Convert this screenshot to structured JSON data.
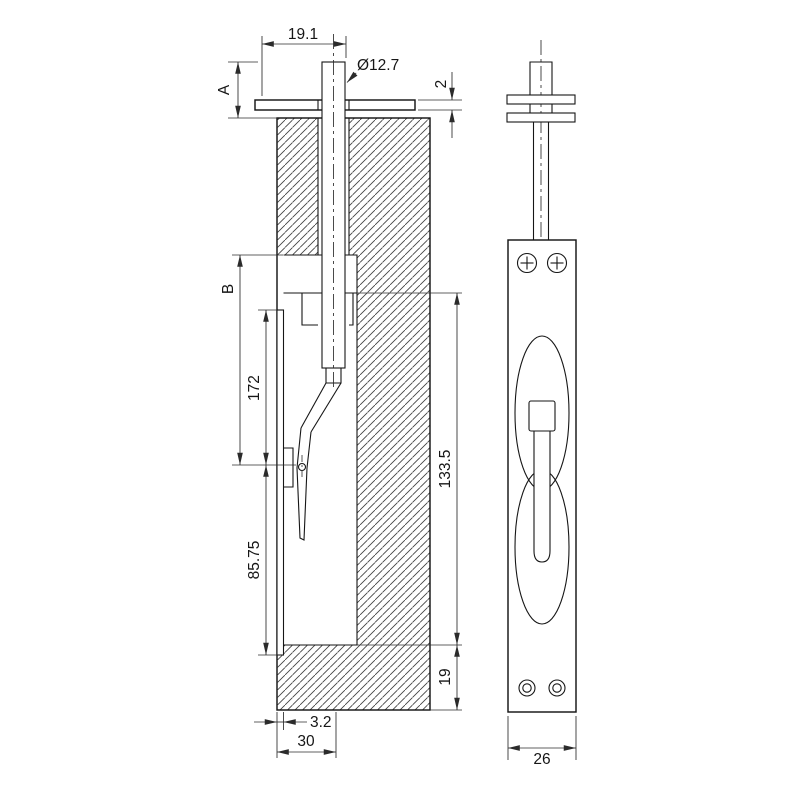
{
  "drawing": {
    "colors": {
      "line": "#161616",
      "dim_line": "#2b2b2b",
      "background": "#ffffff"
    },
    "dimensions": {
      "top_width": "19.1",
      "rod_diameter": "Ø12.7",
      "label_a": "A",
      "guide_plate_thickness": "2",
      "label_b": "B",
      "housing_length": "172",
      "lower_half_length": "85.75",
      "mortise_length": "133.5",
      "bottom_clearance": "19",
      "faceplate_thickness": "3.2",
      "mortise_depth": "30",
      "faceplate_width": "26"
    }
  }
}
